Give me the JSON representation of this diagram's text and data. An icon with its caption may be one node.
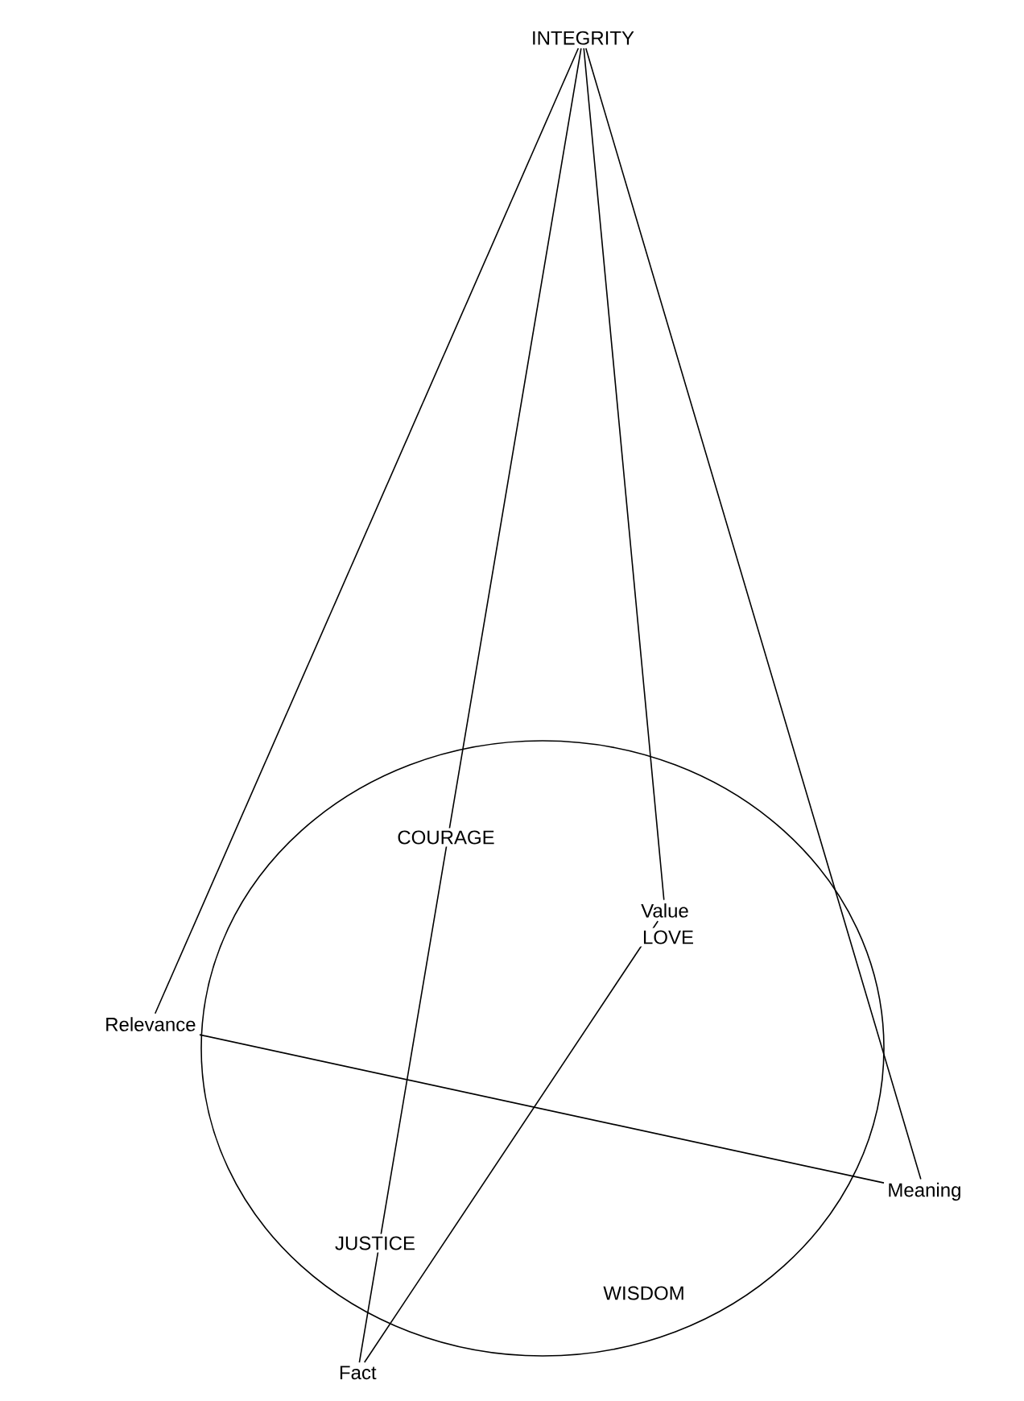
{
  "diagram": {
    "nodes": [
      {
        "text": [
          "INTEGRITY"
        ]
      },
      {
        "text": [
          "Value"
        ]
      },
      {
        "text": [
          "Relevance"
        ]
      },
      {
        "text": [
          "Meaning"
        ]
      },
      {
        "text": [
          "Fact"
        ]
      }
    ],
    "edges": [
      {
        "from": 0,
        "to": 2,
        "arrow": "none"
      },
      {
        "from": 0,
        "to": 4,
        "arrow": "none"
      },
      {
        "from": 0,
        "to": 1,
        "arrow": "none"
      },
      {
        "from": 0,
        "to": 3,
        "arrow": "none"
      },
      {
        "from": 2,
        "to": 3,
        "arrow": "none"
      },
      {
        "from": 1,
        "to": 4,
        "arrow": "none"
      }
    ],
    "labels": [
      "COURAGE",
      "LOVE",
      "JUSTICE",
      "WISDOM"
    ]
  }
}
